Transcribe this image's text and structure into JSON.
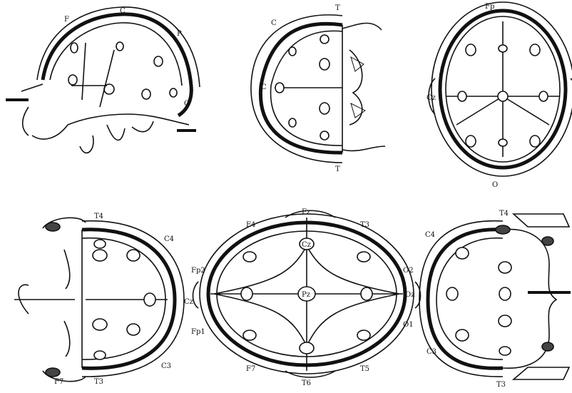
{
  "diagram": {
    "views": [
      {
        "id": "lateral",
        "labels": [
          "C",
          "P",
          "F",
          "O"
        ]
      },
      {
        "id": "frontal",
        "labels": [
          "C",
          "C",
          "T",
          "T"
        ]
      },
      {
        "id": "top",
        "labels": [
          "Fp",
          "Cz",
          "O"
        ]
      },
      {
        "id": "coronal-left",
        "labels": [
          "T4",
          "C4",
          "C3",
          "T3",
          "Cz",
          "F7"
        ]
      },
      {
        "id": "axial-middle",
        "labels": [
          "Fz",
          "T3",
          "F4",
          "Fp2",
          "O2",
          "Fp1",
          "O1",
          "F7",
          "T6",
          "Cz",
          "Pz",
          "T5",
          "Oz"
        ]
      },
      {
        "id": "coronal-right",
        "labels": [
          "T4",
          "C4",
          "C3",
          "T3"
        ]
      }
    ],
    "colors": {
      "ink": "#111111",
      "paper": "#ffffff"
    }
  }
}
